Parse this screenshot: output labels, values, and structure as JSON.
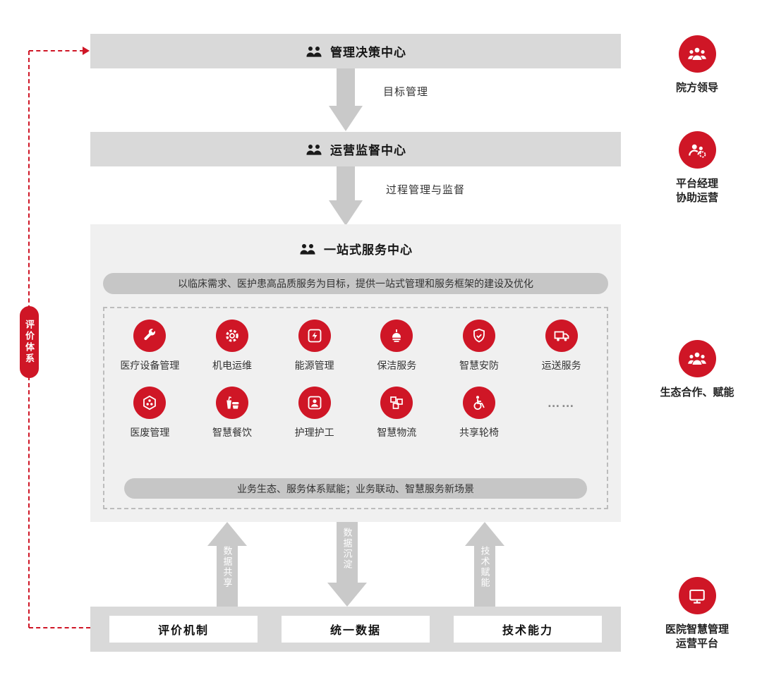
{
  "colors": {
    "red": "#cf1626",
    "bar_gray": "#d9d9d9",
    "panel_gray": "#f0f0f0",
    "pill_gray": "#c6c6c6",
    "arrow_gray": "#c9c9c9"
  },
  "left_rail": {
    "label": "评价体系"
  },
  "flow": {
    "level1": {
      "title": "管理决策中心"
    },
    "arrow1_label": "目标管理",
    "level2": {
      "title": "运营监督中心"
    },
    "arrow2_label": "过程管理与监督",
    "center": {
      "title": "一站式服务中心",
      "top_pill": "以临床需求、医护患高品质服务为目标，提供一站式管理和服务框架的建设及优化",
      "services": [
        {
          "label": "医疗设备管理"
        },
        {
          "label": "机电运维"
        },
        {
          "label": "能源管理"
        },
        {
          "label": "保洁服务"
        },
        {
          "label": "智慧安防"
        },
        {
          "label": "运送服务"
        },
        {
          "label": "医废管理"
        },
        {
          "label": "智慧餐饮"
        },
        {
          "label": "护理护工"
        },
        {
          "label": "智慧物流"
        },
        {
          "label": "共享轮椅"
        }
      ],
      "more": "……",
      "bottom_pill": "业务生态、服务体系赋能；业务联动、智慧服务新场景"
    },
    "vertical_arrows": [
      {
        "label": "数据共享",
        "direction": "up"
      },
      {
        "label": "数据沉淀",
        "direction": "down"
      },
      {
        "label": "技术赋能",
        "direction": "up"
      }
    ],
    "foundation": {
      "boxes": [
        "评价机制",
        "统一数据",
        "技术能力"
      ]
    }
  },
  "right_rail": [
    {
      "lines": [
        "院方领导"
      ]
    },
    {
      "lines": [
        "平台经理",
        "协助运营"
      ]
    },
    {
      "lines": [
        "生态合作、赋能"
      ]
    },
    {
      "lines": [
        "医院智慧管理",
        "运营平台"
      ]
    }
  ]
}
